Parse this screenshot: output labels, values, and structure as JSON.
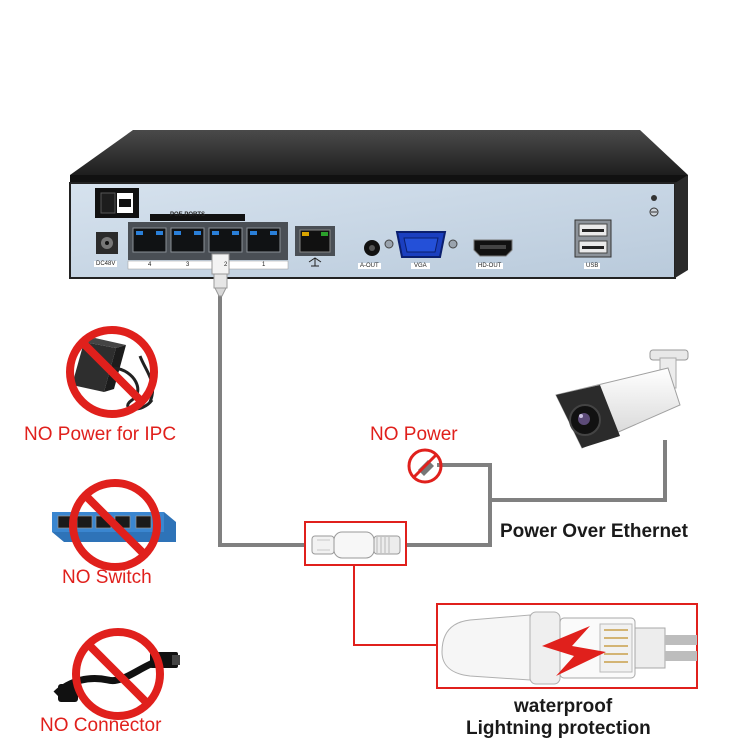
{
  "nvr": {
    "poe_ports_label": "POE PORTS",
    "port_numbers": [
      "4",
      "3",
      "2",
      "1"
    ],
    "dc_label": "DC48V",
    "aout_label": "A-OUT",
    "vga_label": "VGA",
    "hdout_label": "HD-OUT",
    "usb_label": "USB"
  },
  "labels": {
    "no_power_ipc": "NO Power for IPC",
    "no_switch": "NO Switch",
    "no_connector": "NO Connector",
    "no_power": "NO Power",
    "poe": "Power Over Ethernet",
    "waterproof": "waterproof",
    "lightning": "Lightning protection"
  },
  "colors": {
    "accent_red": "#e0201c",
    "cable_gray": "#808080",
    "nvr_panel": "#c9d8e6"
  }
}
